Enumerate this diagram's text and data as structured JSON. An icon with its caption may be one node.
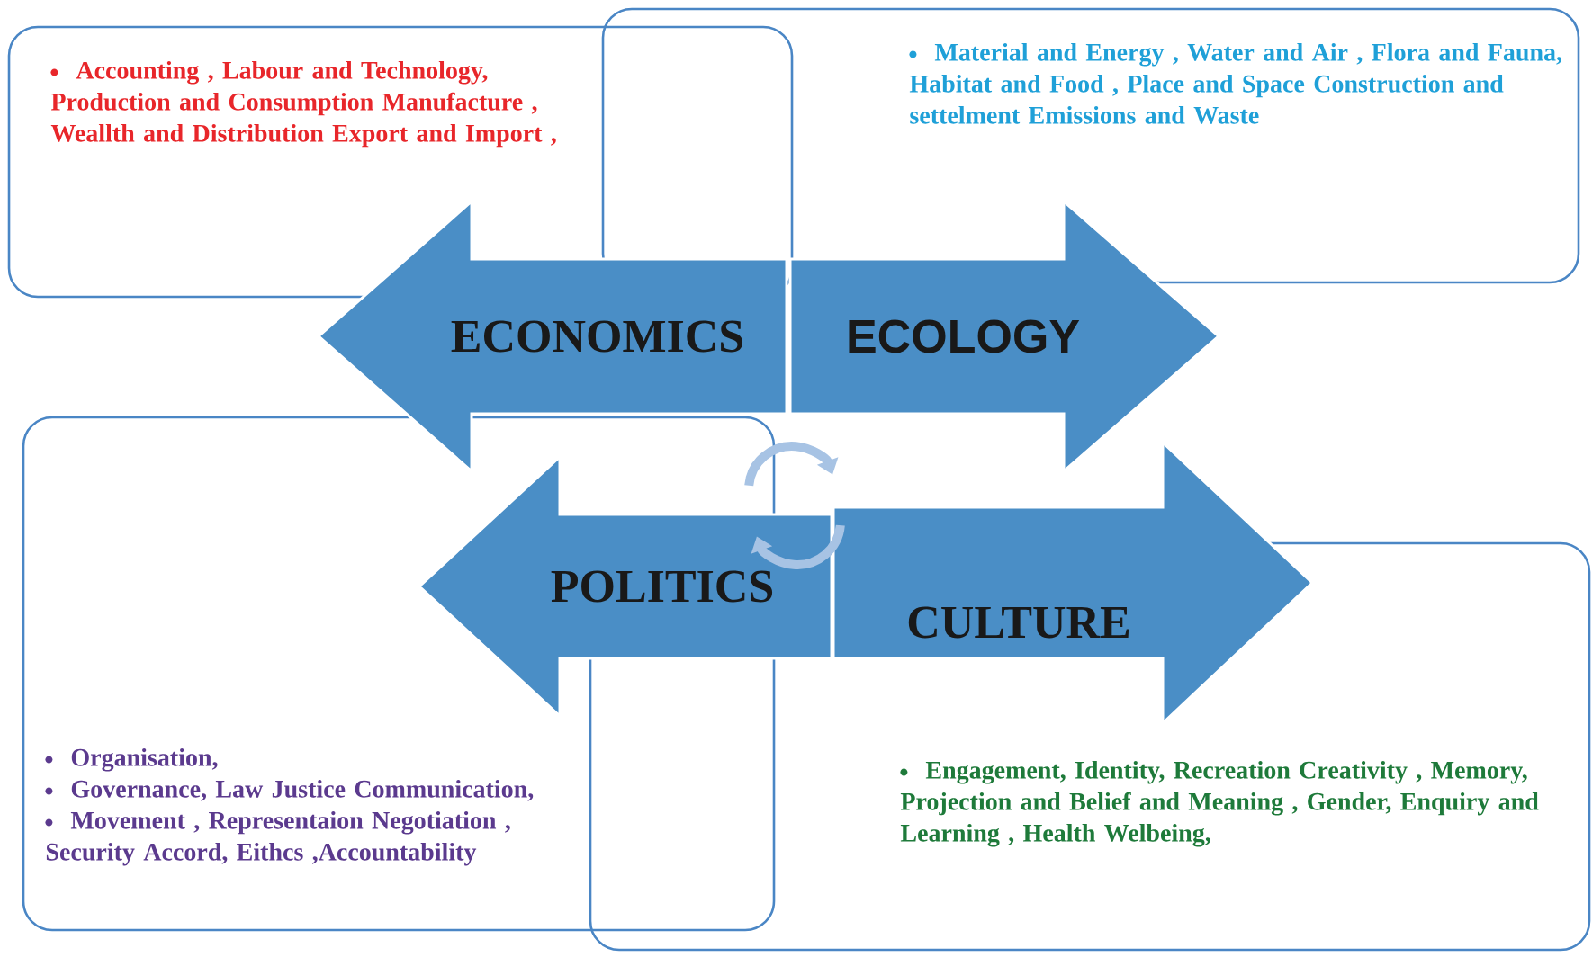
{
  "diagram": {
    "nodes": [
      {
        "text": [
          "Accounting , Labour and Technology, Production and Consumption Manufacture , Weallth and Distribution Export and Import ,"
        ]
      },
      {
        "text": [
          "Material and Energy , Water and Air , Flora and Fauna, Habitat and Food , Place and Space Construction and settelment Emissions and Waste"
        ]
      },
      {
        "text": [
          "ECONOMICS"
        ]
      },
      {
        "text": [
          "ECOLOGY"
        ]
      },
      {
        "text": [
          "Organisation,",
          "Governance, Law Justice Communication,",
          "Movement , Representaion Negotiation , Security Accord, Eithcs ,Accountability"
        ]
      },
      {
        "text": [
          "POLITICS"
        ]
      },
      {
        "text": [
          "CULTURE"
        ]
      },
      {
        "text": [
          "Engagement, Identity, Recreation Creativity , Memory, Projection and Belief and Meaning , Gender, Enquiry and Learning , Health Welbeing,"
        ]
      },
      {
        "text": [],
        "shape": "picture"
      }
    ]
  }
}
